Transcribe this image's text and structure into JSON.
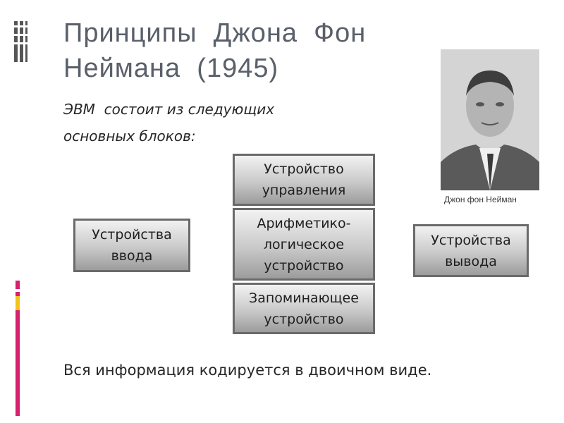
{
  "slide": {
    "title_line1": "Принципы  Джона  Фон",
    "title_line2": "Неймана  (1945)",
    "subtitle_line1": "ЭВМ  состоит из следующих",
    "subtitle_line2": "основных блоков:",
    "conclusion": "Вся информация кодируется в двоичном виде.",
    "photo_caption": "Джон фон Нейман"
  },
  "blocks": {
    "input": [
      "Устройства",
      "ввода"
    ],
    "control": [
      "Устройство",
      "управления"
    ],
    "alu": [
      "Арифметико-",
      "логическое",
      "устройство"
    ],
    "memory": [
      "Запоминающее",
      "устройство"
    ],
    "output": [
      "Устройства",
      "вывода"
    ]
  },
  "colors": {
    "title": "#59606a",
    "accent_magenta": "#d6216f",
    "accent_yellow": "#f3c31e",
    "block_border": "#6a6a6a"
  }
}
